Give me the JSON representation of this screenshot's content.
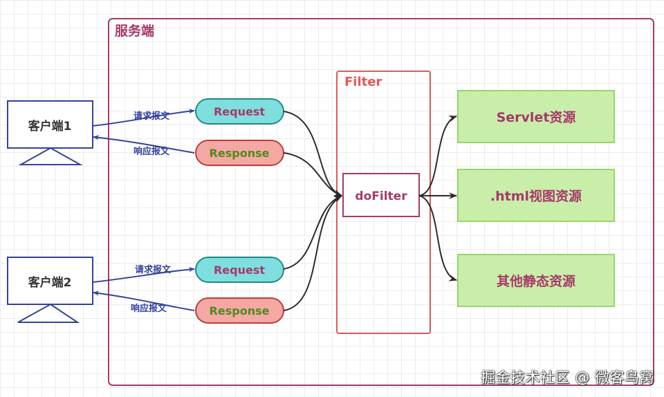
{
  "server": {
    "title": "服务端"
  },
  "clients": [
    {
      "label": "客户端1",
      "request_msg": "请求报文",
      "response_msg": "响应报文",
      "request": "Request",
      "response": "Response"
    },
    {
      "label": "客户端2",
      "request_msg": "请求报文",
      "response_msg": "响应报文",
      "request": "Request",
      "response": "Response"
    }
  ],
  "filter": {
    "title": "Filter",
    "method": "doFilter"
  },
  "resources": [
    "Servlet资源",
    ".html视图资源",
    "其他静态资源"
  ],
  "watermark": "掘金技术社区 @ 微客鸟窝",
  "colors": {
    "server_border": "#a6396a",
    "client_border": "#33429a",
    "request_fill": "#7fdede",
    "response_fill": "#f4a7a3",
    "filter_border": "#e05a5a",
    "resource_fill": "#c9eeaa",
    "resource_border": "#9bd46b"
  }
}
